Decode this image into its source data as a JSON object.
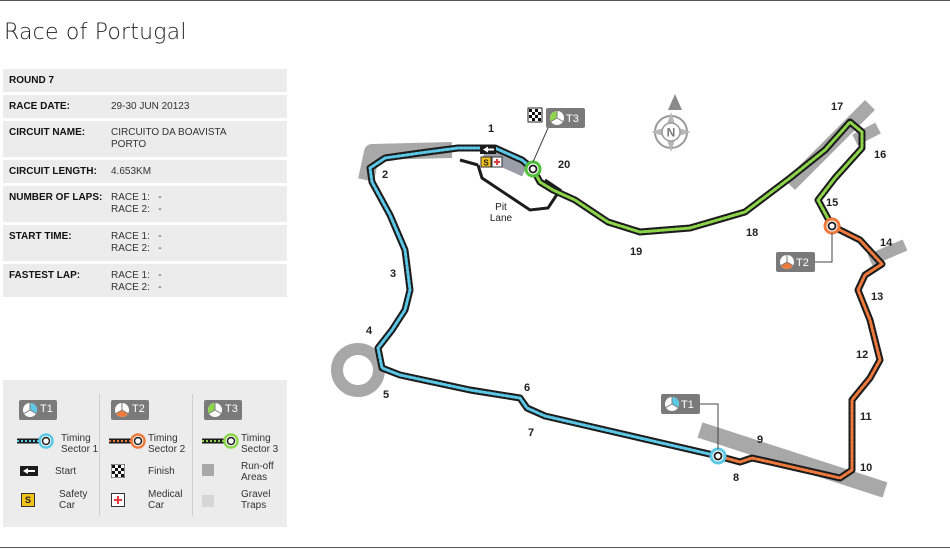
{
  "title": "Race of Portugal",
  "info": {
    "round": "ROUND 7",
    "race_date_label": "RACE DATE:",
    "race_date_value": "29-30 JUN 20123",
    "circuit_name_label": "CIRCUIT NAME:",
    "circuit_name_line1": "CIRCUITO DA BOAVISTA",
    "circuit_name_line2": "PORTO",
    "circuit_length_label": "CIRCUIT LENGTH:",
    "circuit_length_value": "4.653KM",
    "laps_label": "NUMBER OF LAPS:",
    "laps_race1": "RACE 1:   -",
    "laps_race2": "RACE 2:   -",
    "start_label": "START TIME:",
    "start_race1": "RACE 1:   -",
    "start_race2": "RACE 2:   -",
    "fastest_label": "FASTEST LAP:",
    "fastest_race1": "RACE 1:   -",
    "fastest_race2": "RACE 2:   -"
  },
  "legend": {
    "t1": "T1",
    "t2": "T2",
    "t3": "T3",
    "sector1_line1": "Timing",
    "sector1_line2": "Sector 1",
    "sector2_line1": "Timing",
    "sector2_line2": "Sector 2",
    "sector3_line1": "Timing",
    "sector3_line2": "Sector 3",
    "start": "Start",
    "finish": "Finish",
    "runoff_line1": "Run-off",
    "runoff_line2": "Areas",
    "safety_line1": "Safety",
    "safety_line2": "Car",
    "medical_line1": "Medical",
    "medical_line2": "Car",
    "gravel_line1": "Gravel",
    "gravel_line2": "Traps",
    "safety_glyph": "S"
  },
  "map": {
    "pit_line1": "Pit",
    "pit_line2": "Lane",
    "north": "N",
    "t1": "T1",
    "t2": "T2",
    "t3": "T3",
    "safety_glyph": "S",
    "turns": [
      "1",
      "2",
      "3",
      "4",
      "5",
      "6",
      "7",
      "8",
      "9",
      "10",
      "11",
      "12",
      "13",
      "14",
      "15",
      "16",
      "17",
      "18",
      "19",
      "20"
    ]
  },
  "colors": {
    "sector1": "#5bc8e8",
    "sector2": "#ef7a3c",
    "sector3": "#8dd64a",
    "track": "#1c1c1c",
    "runoff": "#a8a8a8",
    "badge": "#7a7a7a",
    "panel": "#ececec"
  }
}
